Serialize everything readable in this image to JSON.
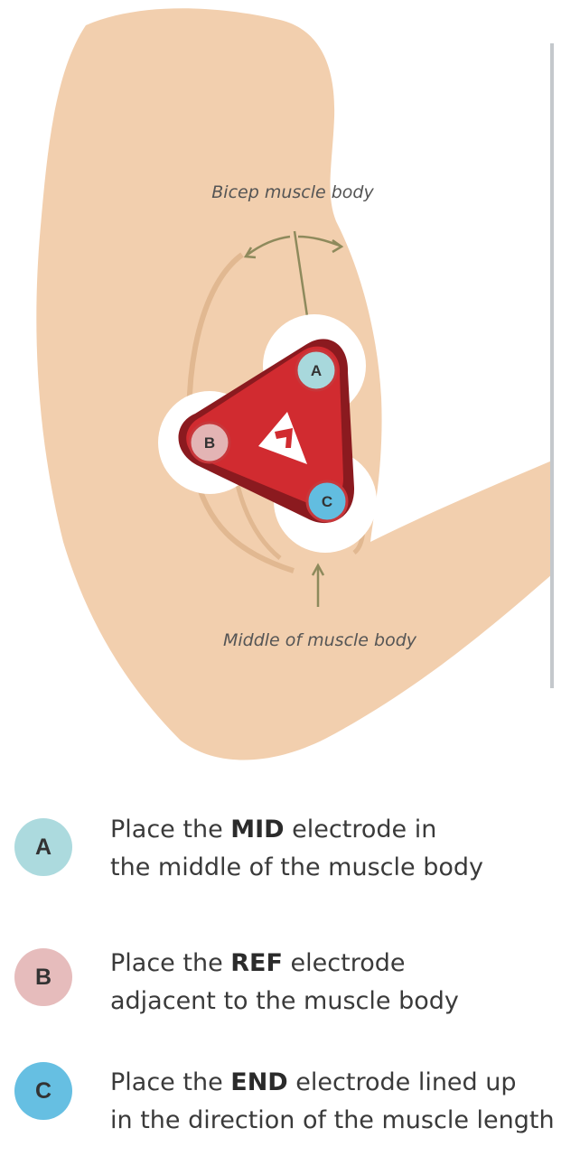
{
  "diagram": {
    "label_top": "Bicep muscle body",
    "label_bottom": "Middle of muscle body",
    "electrodes": [
      {
        "letter": "A",
        "color": "#a8d8dc"
      },
      {
        "letter": "B",
        "color": "#e3b4b4"
      },
      {
        "letter": "C",
        "color": "#62bde0"
      }
    ],
    "colors": {
      "skin": "#f2cfae",
      "skin_shadow": "#e1b891",
      "sensor_red": "#d12b30",
      "sensor_dark": "#8b1a1f",
      "arrow": "#8e8a5c",
      "divider": "#c4c8cc"
    }
  },
  "instructions": [
    {
      "letter": "A",
      "badge_color": "#acdade",
      "pre": "Place the ",
      "bold": "MID",
      "post": " electrode in",
      "line2": "the middle of the muscle body"
    },
    {
      "letter": "B",
      "badge_color": "#e6bcbc",
      "pre": "Place the ",
      "bold": "REF",
      "post": " electrode",
      "line2": "adjacent to the muscle body"
    },
    {
      "letter": "C",
      "badge_color": "#66bfe2",
      "pre": "Place the ",
      "bold": "END",
      "post": " electrode lined up",
      "line2": "in the direction of the muscle length"
    }
  ]
}
